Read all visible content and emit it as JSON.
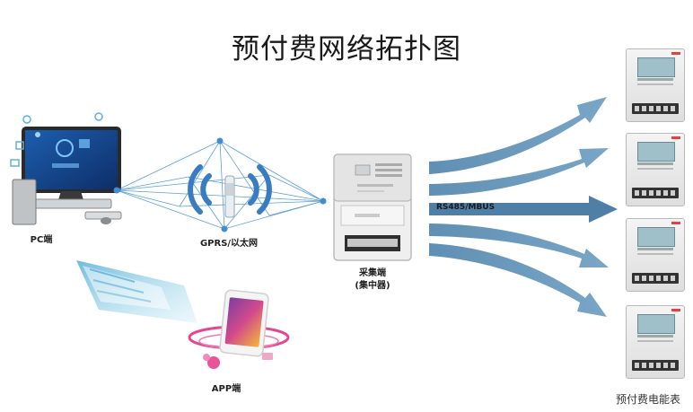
{
  "title": "预付费网络拓扑图",
  "nodes": {
    "pc": "PC端",
    "network": "GPRS/以太网",
    "app": "APP端",
    "collector_line1": "采集端",
    "collector_line2": "(集中器)",
    "meters": "预付费电能表"
  },
  "bus_label": "RS485/MBUS",
  "colors": {
    "arrow": "#6a97b8",
    "arrow_dark": "#4f7fa4",
    "wifi": "#3a7cc1",
    "lines": "#3f8fd0"
  }
}
